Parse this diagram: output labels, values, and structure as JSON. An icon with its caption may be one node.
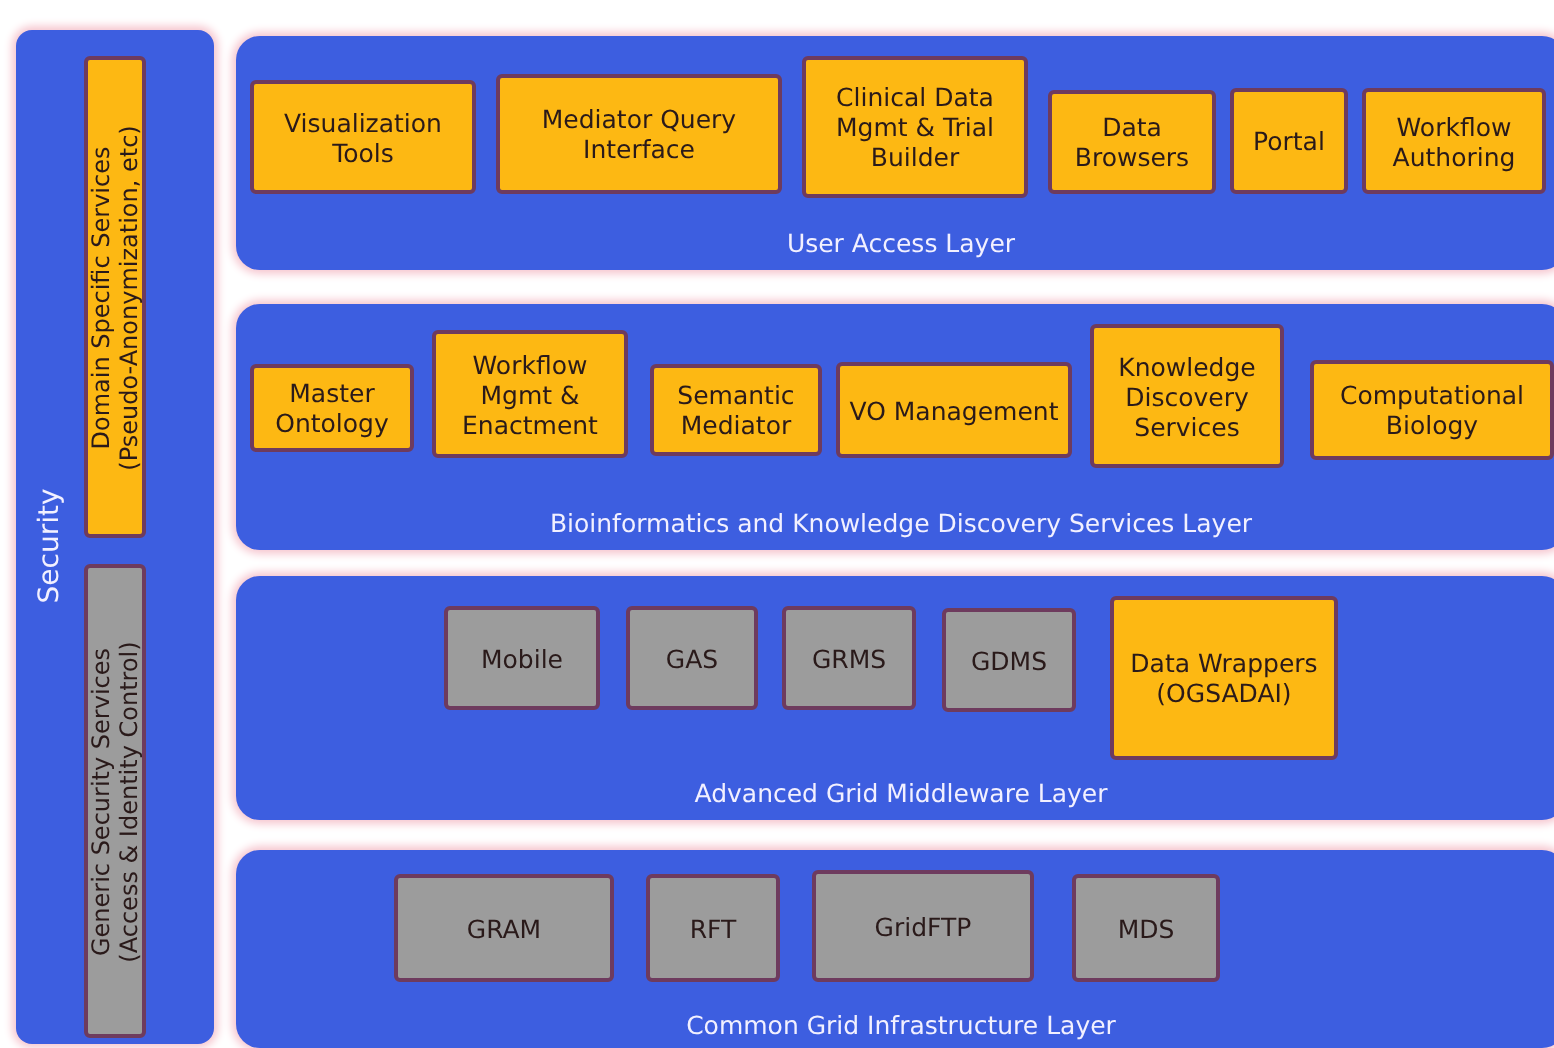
{
  "diagram": {
    "nodes": [
      {
        "text": [
          "Security"
        ]
      },
      {
        "text": [
          "Domain Specific Services",
          "(Pseudo-Anonymization, etc)"
        ],
        "in": 0
      },
      {
        "text": [
          "Generic Security Services",
          "(Access & Identity Control)"
        ],
        "in": 0
      },
      {
        "text": [
          "User Access Layer"
        ]
      },
      {
        "text": [
          "Visualization Tools"
        ],
        "in": 3
      },
      {
        "text": [
          "Mediator Query Interface"
        ],
        "in": 3
      },
      {
        "text": [
          "Clinical Data Mgmt & Trial Builder"
        ],
        "in": 3
      },
      {
        "text": [
          "Data Browsers"
        ],
        "in": 3
      },
      {
        "text": [
          "Portal"
        ],
        "in": 3
      },
      {
        "text": [
          "Workflow Authoring"
        ],
        "in": 3
      },
      {
        "text": [
          "Bioinformatics and Knowledge Discovery Services Layer"
        ]
      },
      {
        "text": [
          "Master Ontology"
        ],
        "in": 10
      },
      {
        "text": [
          "Workflow Mgmt & Enactment"
        ],
        "in": 10
      },
      {
        "text": [
          "Semantic Mediator"
        ],
        "in": 10
      },
      {
        "text": [
          "VO Management"
        ],
        "in": 10
      },
      {
        "text": [
          "Knowledge Discovery Services"
        ],
        "in": 10
      },
      {
        "text": [
          "Computational Biology"
        ],
        "in": 10
      },
      {
        "text": [
          "Advanced Grid Middleware Layer"
        ]
      },
      {
        "text": [
          "Mobile"
        ],
        "in": 17
      },
      {
        "text": [
          "GAS"
        ],
        "in": 17
      },
      {
        "text": [
          "GRMS"
        ],
        "in": 17
      },
      {
        "text": [
          "GDMS"
        ],
        "in": 17
      },
      {
        "text": [
          "Data Wrappers (OGSADAI)"
        ],
        "in": 17
      },
      {
        "text": [
          "Common Grid Infrastructure Layer"
        ]
      },
      {
        "text": [
          "GRAM"
        ],
        "in": 23
      },
      {
        "text": [
          "RFT"
        ],
        "in": 23
      },
      {
        "text": [
          "GridFTP"
        ],
        "in": 23
      },
      {
        "text": [
          "MDS"
        ],
        "in": 23
      }
    ]
  }
}
